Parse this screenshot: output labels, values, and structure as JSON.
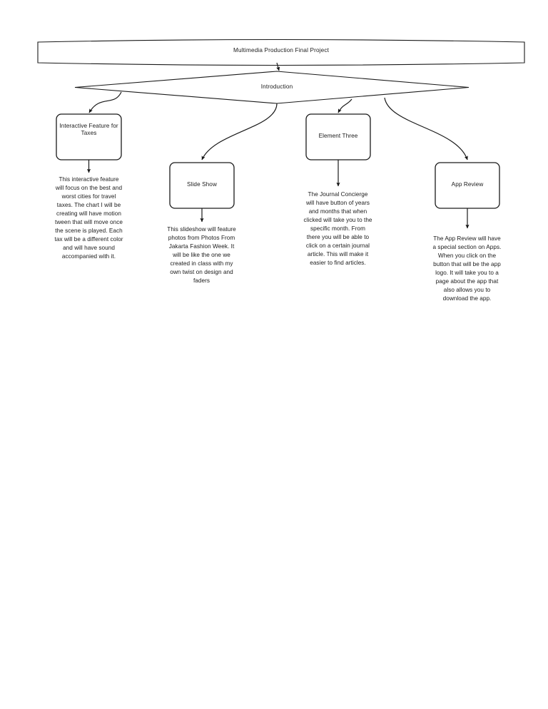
{
  "document": {
    "type": "flowchart",
    "title": "Multimedia Production Final Project"
  },
  "banner": {
    "label": "Multimedia Production Final Project"
  },
  "decision": {
    "label": "Introduction"
  },
  "branches": [
    {
      "id": "interactive-feature-for-taxes",
      "box_label": "Interactive Feature for Taxes",
      "description": "This interactive feature will focus on the best and worst cities for travel taxes. The chart I will be creating will have motion tween that will move once the scene is played. Each tax will be a different color and will have sound accompanied with it."
    },
    {
      "id": "slide-show",
      "box_label": "Slide Show",
      "description": "This slideshow will feature photos from Photos From Jakarta Fashion Week. It will be like the one we created in class with my own twist on design and faders"
    },
    {
      "id": "element-three",
      "box_label": "Element Three",
      "description": "The Journal Concierge will have button of years and months that when clicked will take you to the specific month. From there you will be able to click on a certain journal article. This will make it easier to find articles."
    },
    {
      "id": "app-review",
      "box_label": "App Review",
      "description": "The App Review will have a special section on Apps. When you click on the button that will be the app logo. It will take you to a page about the app that also allows you to download the app."
    }
  ],
  "style": {
    "stroke": "#1a1a1a",
    "fill": "#ffffff",
    "background": "#ffffff"
  }
}
